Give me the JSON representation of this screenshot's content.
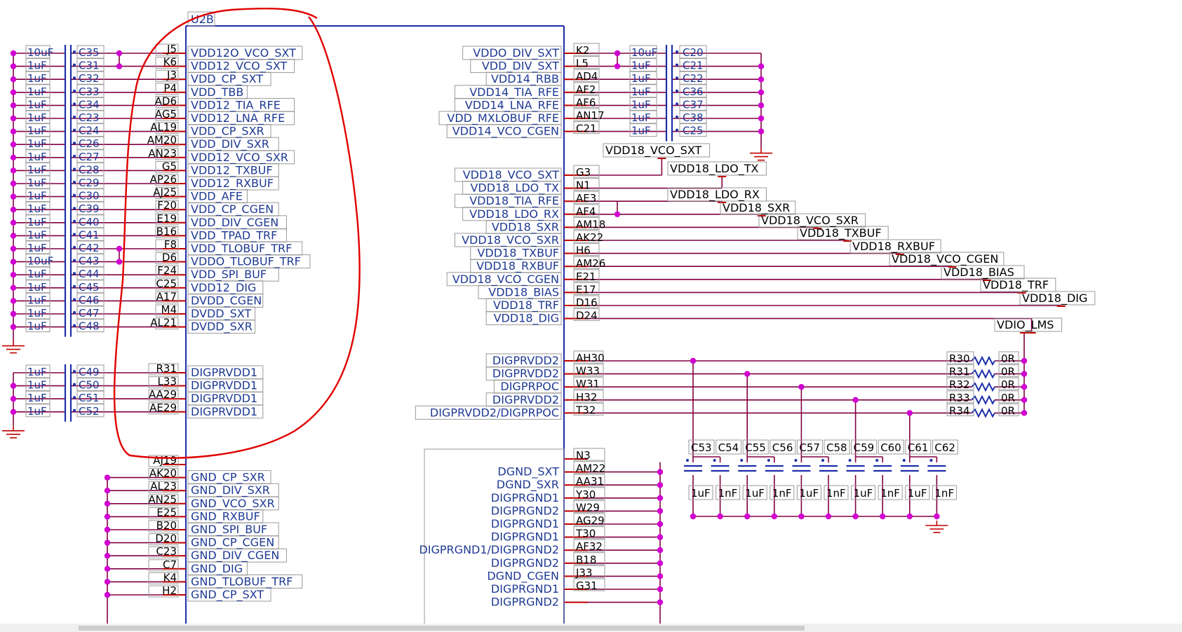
{
  "colors": {
    "wire": "#800040",
    "pin": "#c00000",
    "pin_text": "#000000",
    "net_text": "#1f3a93",
    "body": "#1c2fa8",
    "junction": "#d000d0",
    "cap": "#1c2fa8",
    "box": "#9a9a9a",
    "annotation": "#e00000",
    "ground": "#c00000"
  },
  "component": {
    "ref": "U2B"
  },
  "left_caps_top": [
    {
      "value": "10uF",
      "ref": "C35",
      "pin": "J5",
      "net": "VDD12O_VCO_SXT"
    },
    {
      "value": "1uF",
      "ref": "C31",
      "pin": "K6",
      "net": "VDD12_VCO_SXT"
    },
    {
      "value": "1uF",
      "ref": "C32",
      "pin": "J3",
      "net": "VDD_CP_SXT"
    },
    {
      "value": "1uF",
      "ref": "C33",
      "pin": "P4",
      "net": "VDD_TBB"
    },
    {
      "value": "1uF",
      "ref": "C34",
      "pin": "AD6",
      "net": "VDD12_TIA_RFE"
    },
    {
      "value": "1uF",
      "ref": "C23",
      "pin": "AG5",
      "net": "VDD12_LNA_RFE"
    },
    {
      "value": "1uF",
      "ref": "C24",
      "pin": "AL19",
      "net": "VDD_CP_SXR"
    },
    {
      "value": "1uF",
      "ref": "C26",
      "pin": "AM20",
      "net": "VDD_DIV_SXR"
    },
    {
      "value": "1uF",
      "ref": "C27",
      "pin": "AN23",
      "net": "VDD12_VCO_SXR"
    },
    {
      "value": "1uF",
      "ref": "C28",
      "pin": "G5",
      "net": "VDD12_TXBUF"
    },
    {
      "value": "1uF",
      "ref": "C29",
      "pin": "AP26",
      "net": "VDD12_RXBUF"
    },
    {
      "value": "1uF",
      "ref": "C30",
      "pin": "AJ25",
      "net": "VDD_AFE"
    },
    {
      "value": "1uF",
      "ref": "C39",
      "pin": "F20",
      "net": "VDD_CP_CGEN"
    },
    {
      "value": "1uF",
      "ref": "C40",
      "pin": "E19",
      "net": "VDD_DIV_CGEN"
    },
    {
      "value": "1uF",
      "ref": "C41",
      "pin": "B16",
      "net": "VDD_TPAD_TRF"
    },
    {
      "value": "1uF",
      "ref": "C42",
      "pin": "F8",
      "net": "VDD_TLOBUF_TRF"
    },
    {
      "value": "10uF",
      "ref": "C43",
      "pin": "D6",
      "net": "VDDO_TLOBUF_TRF"
    },
    {
      "value": "1uF",
      "ref": "C44",
      "pin": "F24",
      "net": "VDD_SPI_BUF"
    },
    {
      "value": "1uF",
      "ref": "C45",
      "pin": "C25",
      "net": "VDD12_DIG"
    },
    {
      "value": "1uF",
      "ref": "C46",
      "pin": "A17",
      "net": "DVDD_CGEN"
    },
    {
      "value": "1uF",
      "ref": "C47",
      "pin": "M4",
      "net": "DVDD_SXT"
    },
    {
      "value": "1uF",
      "ref": "C48",
      "pin": "AL21",
      "net": "DVDD_SXR"
    }
  ],
  "left_caps_bottom": [
    {
      "value": "1uF",
      "ref": "C49",
      "pin": "R31",
      "net": "DIGPRVDD1"
    },
    {
      "value": "1uF",
      "ref": "C50",
      "pin": "L33",
      "net": "DIGPRVDD1"
    },
    {
      "value": "1uF",
      "ref": "C51",
      "pin": "AA29",
      "net": "DIGPRVDD1"
    },
    {
      "value": "1uF",
      "ref": "C52",
      "pin": "AE29",
      "net": "DIGPRVDD1"
    }
  ],
  "left_gnd": [
    {
      "pin": "AJ19",
      "net": ""
    },
    {
      "pin": "AK20",
      "net": "GND_CP_SXR"
    },
    {
      "pin": "AL23",
      "net": "GND_DIV_SXR"
    },
    {
      "pin": "AN25",
      "net": "GND_VCO_SXR"
    },
    {
      "pin": "E25",
      "net": "GND_RXBUF"
    },
    {
      "pin": "B20",
      "net": "GND_SPI_BUF"
    },
    {
      "pin": "D20",
      "net": "GND_CP_CGEN"
    },
    {
      "pin": "C23",
      "net": "GND_DIV_CGEN"
    },
    {
      "pin": "C7",
      "net": "GND_DIG"
    },
    {
      "pin": "K4",
      "net": "GND_TLOBUF_TRF"
    },
    {
      "pin": "H2",
      "net": "GND_CP_SXT"
    }
  ],
  "right_caps": [
    {
      "pin": "K2",
      "net": "VDDO_DIV_SXT",
      "value": "10uF",
      "ref": "C20"
    },
    {
      "pin": "L5",
      "net": "VDD_DIV_SXT",
      "value": "1uF",
      "ref": "C21"
    },
    {
      "pin": "AD4",
      "net": "VDD14_RBB",
      "value": "1uF",
      "ref": "C22"
    },
    {
      "pin": "AF2",
      "net": "VDD14_TIA_RFE",
      "value": "1uF",
      "ref": "C36"
    },
    {
      "pin": "AF6",
      "net": "VDD14_LNA_RFE",
      "value": "1uF",
      "ref": "C37"
    },
    {
      "pin": "AN17",
      "net": "VDD_MXLOBUF_RFE",
      "value": "1uF",
      "ref": "C38"
    },
    {
      "pin": "C21",
      "net": "VDD14_VCO_CGEN",
      "value": "1uF",
      "ref": "C25"
    }
  ],
  "right_vdd18": [
    {
      "pin": "G3",
      "net": "VDD18_VCO_SXT",
      "tag": "VDD18_VCO_SXT"
    },
    {
      "pin": "N1",
      "net": "VDD18_LDO_TX",
      "tag": "VDD18_LDO_TX"
    },
    {
      "pin": "AE3",
      "net": "VDD18_TIA_RFE",
      "tag": "VDD18_LDO_RX"
    },
    {
      "pin": "AF4",
      "net": "VDD18_LDO_RX",
      "tag": "VDD18_SXR"
    },
    {
      "pin": "AM18",
      "net": "VDD18_SXR",
      "tag": "VDD18_VCO_SXR"
    },
    {
      "pin": "AK22",
      "net": "VDD18_VCO_SXR",
      "tag": "VDD18_TXBUF"
    },
    {
      "pin": "H6",
      "net": "VDD18_TXBUF",
      "tag": "VDD18_RXBUF"
    },
    {
      "pin": "AM26",
      "net": "VDD18_RXBUF",
      "tag": "VDD18_VCO_CGEN"
    },
    {
      "pin": "E21",
      "net": "VDD18_VCO_CGEN",
      "tag": "VDD18_BIAS"
    },
    {
      "pin": "E17",
      "net": "VDD18_BIAS",
      "tag": "VDD18_TRF"
    },
    {
      "pin": "D16",
      "net": "VDD18_TRF",
      "tag": "VDD18_DIG"
    },
    {
      "pin": "D24",
      "net": "VDD18_DIG",
      "tag": "VDIO_LMS"
    }
  ],
  "right_digpr": [
    {
      "pin": "AH30",
      "net": "DIGPRVDD2",
      "rref": "R30",
      "rval": "0R"
    },
    {
      "pin": "W33",
      "net": "DIGPRVDD2",
      "rref": "R31",
      "rval": "0R"
    },
    {
      "pin": "W31",
      "net": "DIGPRPOC",
      "rref": "R32",
      "rval": "0R"
    },
    {
      "pin": "H32",
      "net": "DIGPRVDD2",
      "rref": "R33",
      "rval": "0R"
    },
    {
      "pin": "T32",
      "net": "DIGPRVDD2/DIGPRPOC",
      "rref": "R34",
      "rval": "0R"
    }
  ],
  "bottom_caps": [
    {
      "ref": "C53",
      "value": "1uF"
    },
    {
      "ref": "C54",
      "value": "1nF"
    },
    {
      "ref": "C55",
      "value": "1uF"
    },
    {
      "ref": "C56",
      "value": "1nF"
    },
    {
      "ref": "C57",
      "value": "1uF"
    },
    {
      "ref": "C58",
      "value": "1nF"
    },
    {
      "ref": "C59",
      "value": "1uF"
    },
    {
      "ref": "C60",
      "value": "1nF"
    },
    {
      "ref": "C61",
      "value": "1uF"
    },
    {
      "ref": "C62",
      "value": "1nF"
    }
  ],
  "right_gnd": [
    {
      "pin": "N3",
      "net": ""
    },
    {
      "pin": "AM22",
      "net": "DGND_SXT"
    },
    {
      "pin": "AA31",
      "net": "DGND_SXR"
    },
    {
      "pin": "Y30",
      "net": "DIGPRGND1"
    },
    {
      "pin": "W29",
      "net": "DIGPRGND2"
    },
    {
      "pin": "AG29",
      "net": "DIGPRGND1"
    },
    {
      "pin": "T30",
      "net": "DIGPRGND1"
    },
    {
      "pin": "AF32",
      "net": "DIGPRGND1/DIGPRGND2"
    },
    {
      "pin": "B18",
      "net": "DIGPRGND2"
    },
    {
      "pin": "J33",
      "net": "DGND_CGEN"
    },
    {
      "pin": "G31",
      "net": "DIGPRGND1"
    },
    {
      "pin": "",
      "net": "DIGPRGND2"
    }
  ]
}
